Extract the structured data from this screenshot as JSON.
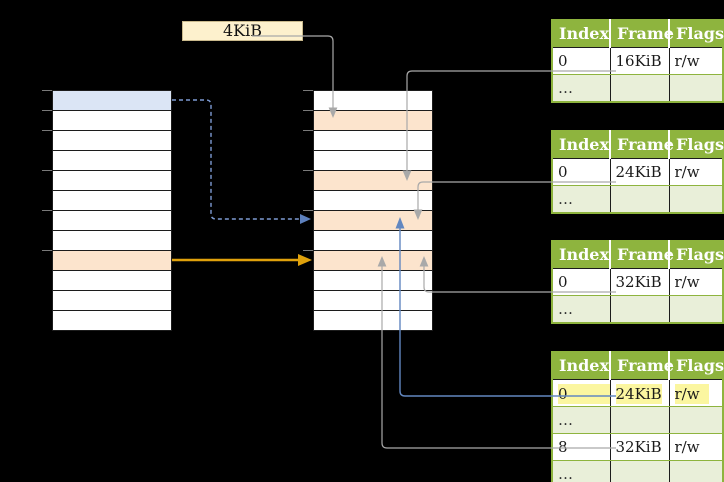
{
  "page_size_label": {
    "text": "4KiB"
  },
  "virtual_memory_table": {
    "row_fills": [
      "blue",
      null,
      null,
      null,
      null,
      null,
      null,
      null,
      "peach",
      null,
      null,
      null
    ]
  },
  "physical_memory_table": {
    "row_fills": [
      null,
      "peach",
      null,
      null,
      "peach",
      null,
      "peach",
      null,
      "peach",
      null,
      null,
      null
    ]
  },
  "address_ticks_y": [
    90,
    110,
    130,
    170,
    210,
    250
  ],
  "page_tables": [
    {
      "headers": [
        "Index",
        "Frame",
        "Flags"
      ],
      "rows": [
        {
          "index": "0",
          "frame": "16KiB",
          "flags": "r/w"
        },
        {
          "index": "…",
          "frame": "",
          "flags": ""
        }
      ]
    },
    {
      "headers": [
        "Index",
        "Frame",
        "Flags"
      ],
      "rows": [
        {
          "index": "0",
          "frame": "24KiB",
          "flags": "r/w"
        },
        {
          "index": "…",
          "frame": "",
          "flags": ""
        }
      ]
    },
    {
      "headers": [
        "Index",
        "Frame",
        "Flags"
      ],
      "rows": [
        {
          "index": "0",
          "frame": "32KiB",
          "flags": "r/w"
        },
        {
          "index": "…",
          "frame": "",
          "flags": ""
        }
      ]
    },
    {
      "headers": [
        "Index",
        "Frame",
        "Flags"
      ],
      "rows": [
        {
          "index": "0",
          "frame": "24KiB",
          "flags": "r/w",
          "highlighted": true
        },
        {
          "index": "…",
          "frame": "",
          "flags": ""
        },
        {
          "index": "8",
          "frame": "32KiB",
          "flags": "r/w"
        },
        {
          "index": "…",
          "frame": "",
          "flags": ""
        }
      ]
    }
  ],
  "colors": {
    "background": "#000000",
    "table_border": "#1c1c1c",
    "blue_fill": "#dbe5f5",
    "peach_fill": "#fce4cd",
    "cream_fill": "#fdf1cd",
    "cream_border": "#c9b98c",
    "green_header": "#8eb43e",
    "green_border": "#8eb43e",
    "green_light": "#e9efd9",
    "yellow_highlight": "#fbf6a0",
    "gray_arrow": "#a9a9a9",
    "blue_arrow": "#6287c0",
    "dashed_arrow": "#7d9bd3",
    "dashed_arrow_head": "#5d80bd",
    "orange_arrow": "#dfa10c",
    "tick": "#7a7a7a"
  }
}
